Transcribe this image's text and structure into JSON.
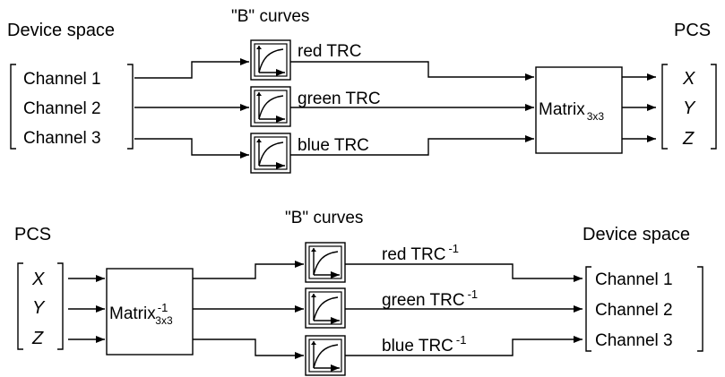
{
  "forward": {
    "source_title": "Device space",
    "dest_title": "PCS",
    "curves_title": "\"B\" curves",
    "inputs": [
      "Channel 1",
      "Channel 2",
      "Channel 3"
    ],
    "curve_labels": [
      "red TRC",
      "green TRC",
      "blue TRC"
    ],
    "matrix_label": "Matrix",
    "matrix_sub": "3x3",
    "outputs": [
      "X",
      "Y",
      "Z"
    ]
  },
  "inverse": {
    "source_title": "PCS",
    "dest_title": "Device space",
    "curves_title": "\"B\" curves",
    "inputs": [
      "X",
      "Y",
      "Z"
    ],
    "matrix_label": "Matrix",
    "matrix_sup": "-1",
    "matrix_sub": "3x3",
    "curve_labels": [
      "red TRC",
      "green TRC",
      "blue TRC"
    ],
    "curve_sup": "-1",
    "outputs": [
      "Channel 1",
      "Channel 2",
      "Channel 3"
    ]
  },
  "icons": {
    "curve_box": "curve-graph-icon",
    "arrow": "arrow-right-icon"
  }
}
